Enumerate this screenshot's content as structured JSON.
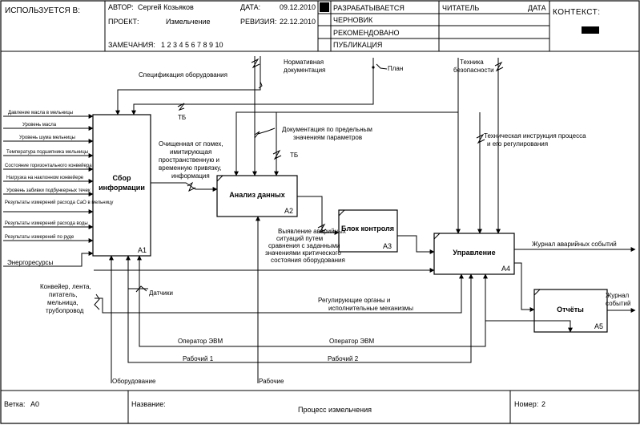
{
  "header": {
    "used_at": "ИСПОЛЬЗУЕТСЯ В:",
    "author_label": "АВТОР:",
    "author": "Сергей Козьяков",
    "project_label": "ПРОЕКТ:",
    "project": "Измельчение",
    "date_label": "ДАТА:",
    "date": "09.12.2010",
    "revision_label": "РЕВИЗИЯ:",
    "revision": "22.12.2010",
    "notes_label": "ЗАМЕЧАНИЯ:",
    "notes": "1 2 3 4 5 6 7 8 9 10",
    "status": [
      "РАЗРАБАТЫВАЕТСЯ",
      "ЧЕРНОВИК",
      "РЕКОМЕНДОВАНО",
      "ПУБЛИКАЦИЯ"
    ],
    "reader_label": "ЧИТАТЕЛЬ",
    "reader_date_label": "ДАТА",
    "context_label": "КОНТЕКСТ:"
  },
  "boxes": [
    {
      "id": "A1",
      "title": [
        "Сбор",
        "информации"
      ]
    },
    {
      "id": "A2",
      "title": [
        "Анализ данных"
      ]
    },
    {
      "id": "A3",
      "title": [
        "Блок контроля"
      ]
    },
    {
      "id": "A4",
      "title": [
        "Управление"
      ]
    },
    {
      "id": "A5",
      "title": [
        "Отчёты"
      ]
    }
  ],
  "inputs": [
    "Давление масла в мельницы",
    "Уровень масла",
    "Уровень шума мельницы",
    "Температура подшипника мельницы",
    "Состояние горизонтального конвейера",
    "Нагрузка на наклонном конвейере",
    "Уровень забивки подбункерных течек",
    "Результаты измерений расхода CaO в мельницу",
    "Результаты измерений расхода воды",
    "Результаты измерений по руде"
  ],
  "labels": {
    "spec": "Спецификация оборудования",
    "norm_doc": [
      "Нормативная",
      "документация"
    ],
    "plan": "План",
    "safety": [
      "Техника",
      "безопасности"
    ],
    "tb1": "ТБ",
    "tb2": "ТБ",
    "param_doc": [
      "Документация по предельным",
      "значениям параметров"
    ],
    "tech_instr": [
      "Техническая инструкция процесса",
      "и его регулирования"
    ],
    "cleaned": [
      "Очищенная от помех,",
      "имитирующая",
      "пространственную и",
      "временную привязку,",
      "информация"
    ],
    "detect": [
      "Выявление аварийных",
      "ситуаций путем",
      "сравнения с заданными",
      "значениями критического",
      "состояния оборудования"
    ],
    "journal": "Журнал аварийных событий",
    "journal2": [
      "Журнал",
      "событий"
    ],
    "energy": "Энергоресурсы",
    "equipment_list": [
      "Конвейер, лента,",
      "питатель,",
      "мельница,",
      "трубопровод"
    ],
    "sensors": "Датчики",
    "regulators": [
      "Регулирующие органы и",
      "исполнительные механизмы"
    ],
    "operator1": "Оператор ЭВМ",
    "operator2": "Оператор ЭВМ",
    "worker1": "Рабочий 1",
    "worker2": "Рабочий 2",
    "equipment": "Оборудование",
    "workers": "Рабочие"
  },
  "footer": {
    "node_label": "Ветка:",
    "node": "A0",
    "title_label": "Название:",
    "title": "Процесс измельчения",
    "number_label": "Номер:",
    "number": "2"
  }
}
